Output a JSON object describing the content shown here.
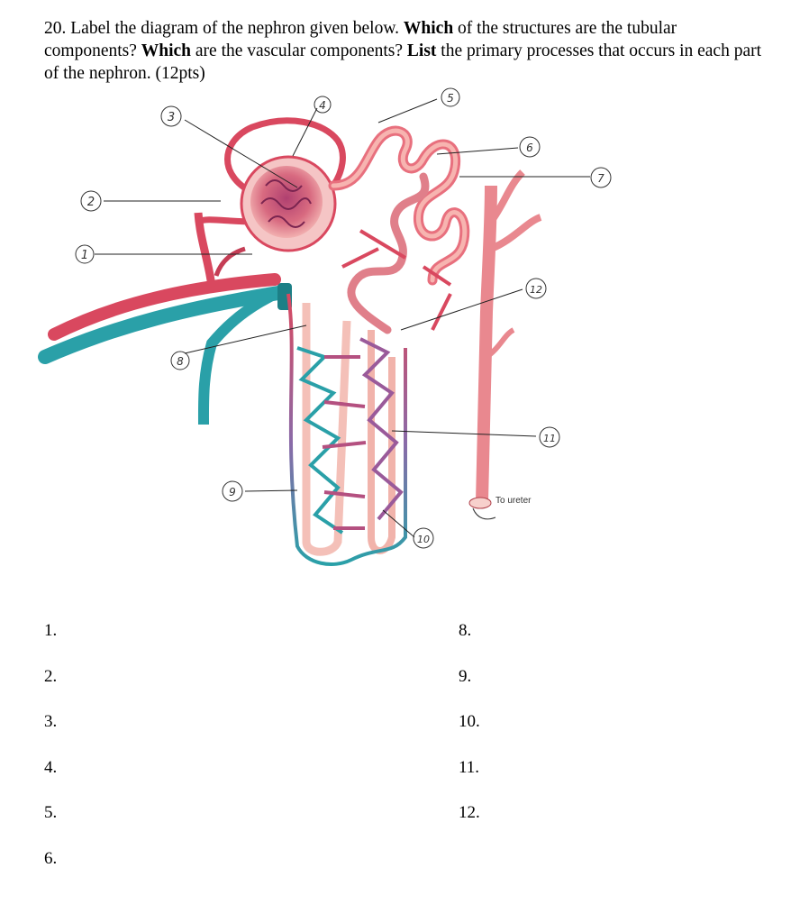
{
  "question": {
    "number": "20.",
    "part1": "Label the diagram of the nephron given below.",
    "kw1": "Which",
    "part2": "of the structures are the tubular components?",
    "kw2": "Which",
    "part3": "are the vascular components?",
    "kw3": "List",
    "part4": "the primary processes that occurs in each part of the nephron. (12pts)"
  },
  "diagram": {
    "callouts": [
      "1",
      "2",
      "3",
      "4",
      "5",
      "6",
      "7",
      "8",
      "9",
      "10",
      "11",
      "12"
    ],
    "ureter_label": "To ureter"
  },
  "answers": {
    "left": [
      "1.",
      "2.",
      "3.",
      "4.",
      "5.",
      "6."
    ],
    "right": [
      "8.",
      "9.",
      "10.",
      "11.",
      "12."
    ]
  },
  "colors": {
    "artery": "#d9485f",
    "vein": "#2aa0a8",
    "tubule": "#f0a8a0"
  }
}
